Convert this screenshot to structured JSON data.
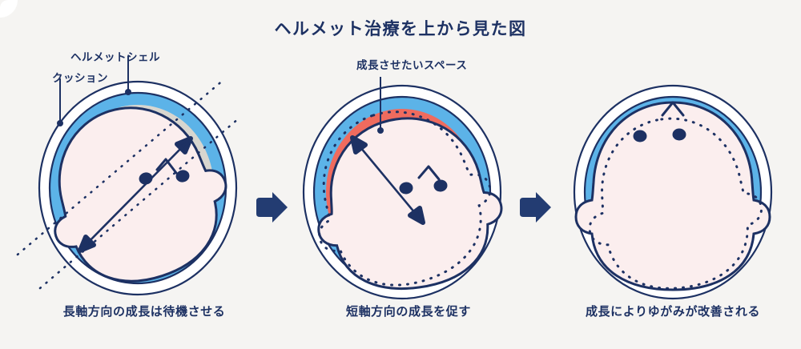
{
  "page": {
    "title": "ヘルメット治療を上から見た図",
    "background_color": "#f5f4f2"
  },
  "colors": {
    "navy": "#1d3163",
    "shell_blue": "#5cb3e8",
    "cushion_gray": "#d8d6cf",
    "head_pink": "#fbeeee",
    "growth_red": "#ef6b5e",
    "white": "#ffffff",
    "background": "#f5f4f2"
  },
  "callouts": {
    "helmet_shell": "ヘルメットシェル",
    "cushion": "クッション",
    "growth_space": "成長させたいスペース"
  },
  "panels": [
    {
      "id": "panel-1",
      "caption": "長軸方向の成長は待機させる",
      "layers": [
        "outer-white-shell",
        "shell-blue-ring",
        "cushion-gray-layer",
        "head-pink"
      ],
      "arrow": {
        "label": "long-axis-growth-arrow",
        "direction": "double-headed",
        "axis": "long"
      },
      "dotted_guide": "diagonal-long-axis-guide"
    },
    {
      "id": "panel-2",
      "caption": "短軸方向の成長を促す",
      "layers": [
        "outer-white-shell",
        "shell-blue-ring",
        "growth-space-red",
        "head-pink"
      ],
      "arrow": {
        "label": "short-axis-growth-arrow",
        "direction": "double-headed",
        "axis": "short"
      },
      "dotted_guide": "original-head-outline-guide"
    },
    {
      "id": "panel-3",
      "caption": "成長によりゆがみが改善される",
      "layers": [
        "outer-white-shell",
        "shell-blue-ring",
        "head-pink"
      ],
      "arrow": null,
      "dotted_guide": "previous-head-outline-guide"
    }
  ],
  "separators": [
    {
      "id": "sep-arrow-1",
      "icon": "right-arrow-icon"
    },
    {
      "id": "sep-arrow-2",
      "icon": "right-arrow-icon"
    }
  ]
}
